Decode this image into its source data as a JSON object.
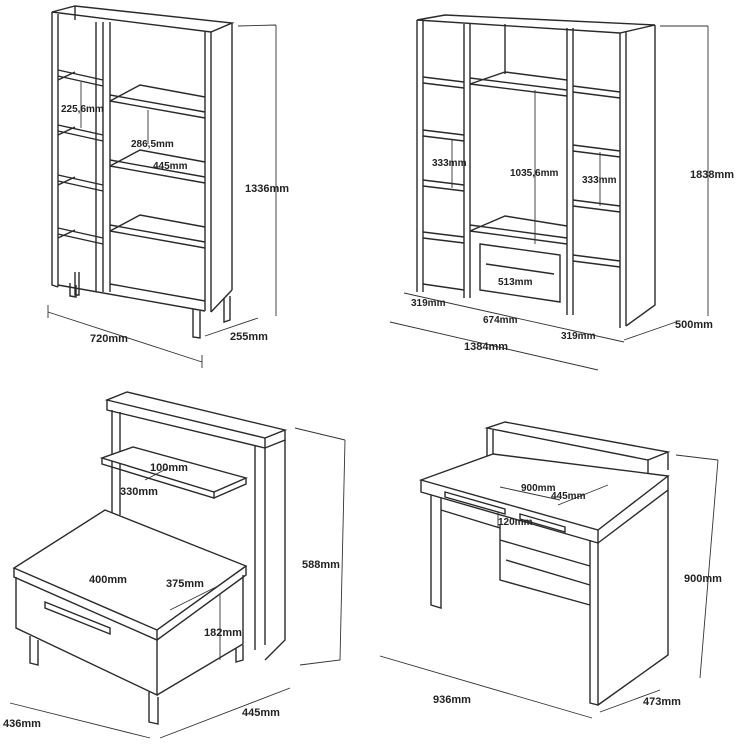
{
  "colors": {
    "line": "#2a2a2a",
    "text": "#222222",
    "background": "#ffffff"
  },
  "bookcase": {
    "height": "1336mm",
    "width": "720mm",
    "depth": "255mm",
    "shelf_gap_left": "225,6mm",
    "shelf_gap_right": "286,5mm",
    "shelf_width": "445mm"
  },
  "wardrobe": {
    "height": "1838mm",
    "width": "1384mm",
    "depth": "500mm",
    "center_height": "1035,6mm",
    "left_shelf_gap": "333mm",
    "right_shelf_gap": "333mm",
    "left_width": "319mm",
    "center_width": "674mm",
    "right_width": "319mm",
    "drawer_width": "513mm"
  },
  "nightstand": {
    "height": "588mm",
    "width": "436mm",
    "depth": "445mm",
    "shelf_depth": "100mm",
    "shelf_width": "330mm",
    "top_width": "400mm",
    "top_depth": "375mm",
    "drawer_height": "182mm"
  },
  "desk": {
    "height": "900mm",
    "width": "936mm",
    "depth": "473mm",
    "top_width": "900mm",
    "top_depth": "445mm",
    "drawer_height": "120mm"
  }
}
